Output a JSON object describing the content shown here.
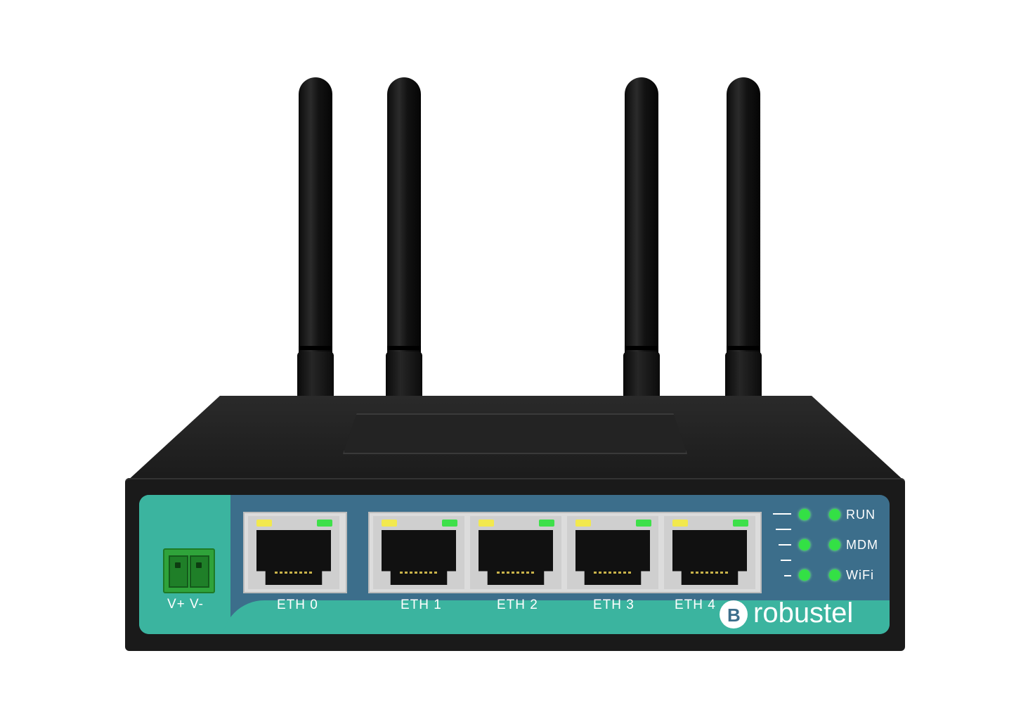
{
  "power": {
    "label": "V+ V-"
  },
  "ports": [
    {
      "label": "ETH 0"
    },
    {
      "label": "ETH 1"
    },
    {
      "label": "ETH 2"
    },
    {
      "label": "ETH 3"
    },
    {
      "label": "ETH 4"
    }
  ],
  "status": [
    {
      "label": "RUN"
    },
    {
      "label": "MDM"
    },
    {
      "label": "WiFi"
    }
  ],
  "brand": {
    "name": "robustel"
  },
  "colors": {
    "panel_blue": "#3c6e8b",
    "panel_teal": "#3bb49f",
    "led_green": "#33e045",
    "led_yellow": "#f2e94e"
  }
}
